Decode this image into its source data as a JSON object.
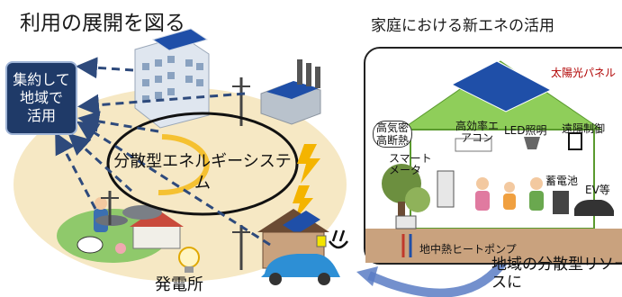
{
  "title_left": "利用の展開を図る",
  "title_right": "家庭における新エネの活用",
  "region_box": [
    "集約して",
    "地域で",
    "活用"
  ],
  "center_label": "分散型エネルギーシステム",
  "power_plant_label": "発電所",
  "resource_label": "地域の分散型リソースに",
  "home_items": {
    "solar": "太陽光パネル",
    "insulation": "高気密高断熱",
    "aircon": "高効率エアコン",
    "led": "LED照明",
    "remote": "遠隔制御",
    "smart_meter": "スマートメータ",
    "battery": "蓄電池",
    "ev": "EV等",
    "heat_pump": "地中熱ヒートポンプ"
  },
  "colors": {
    "region_box": "#1f3a68",
    "ellipse_fill": "#f6e8c4",
    "arrow": "#2e4a7c",
    "accent_yellow": "#f4b400",
    "solar_panel": "#1f4fa8",
    "curved_arrow": "#5b7cc4"
  }
}
